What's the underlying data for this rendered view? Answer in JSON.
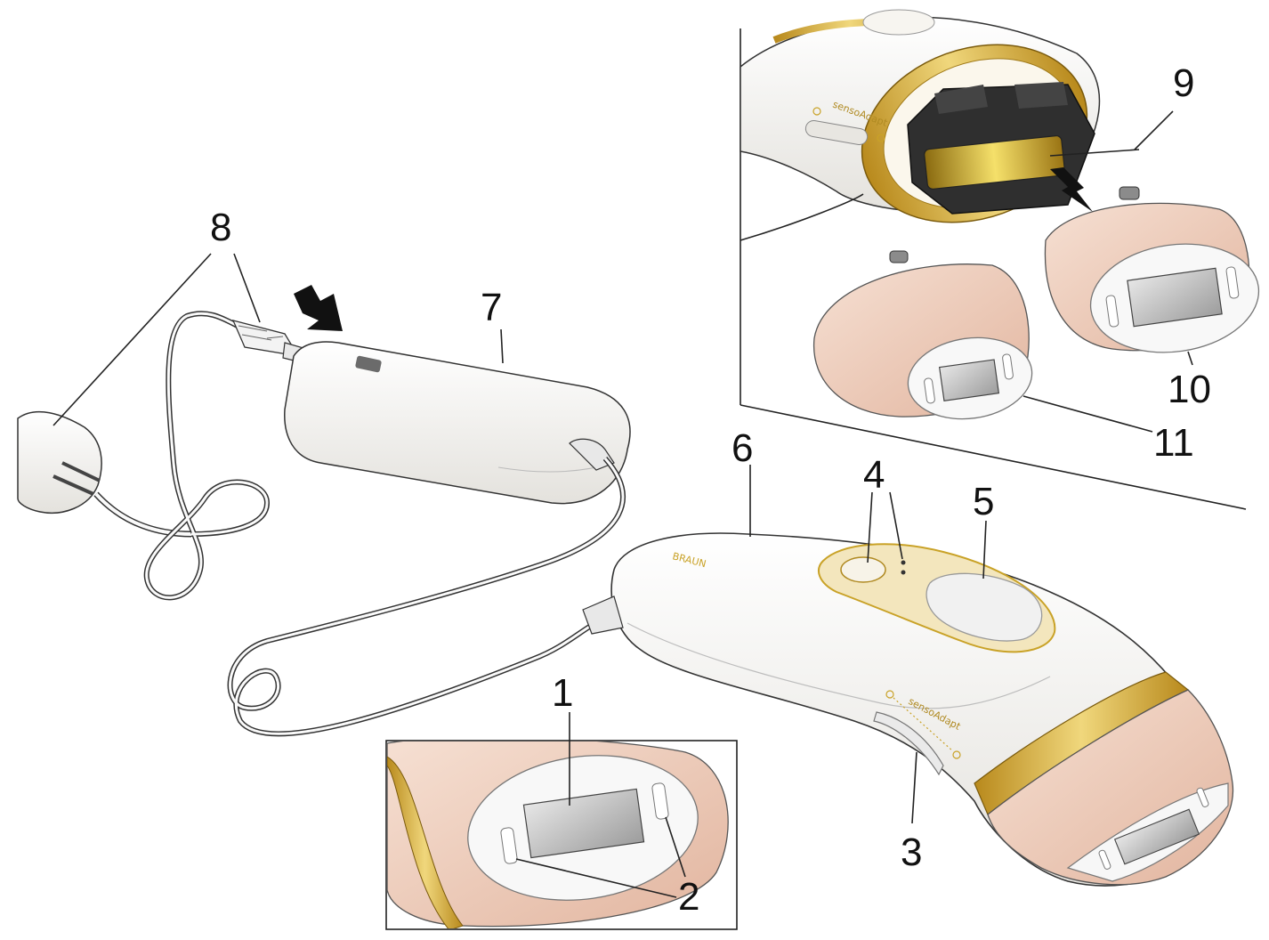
{
  "callouts": {
    "c1": "1",
    "c2": "2",
    "c3": "3",
    "c4": "4",
    "c5": "5",
    "c6": "6",
    "c7": "7",
    "c8": "8",
    "c9": "9",
    "c10": "10",
    "c11": "11"
  },
  "device_text": {
    "sensoadapt_handle": "sensoAdapt",
    "sensoadapt_head": "sensoAdapt",
    "brand_small": "BRAUN"
  },
  "colors": {
    "gold": "#c9a227",
    "gold_light": "#e9d27a",
    "peach": "#f2d5c5",
    "peach_dark": "#e3b9a3",
    "body_white": "#f7f6f3",
    "dark_lens": "#2b2b2b",
    "window": "#c9c9c9",
    "line": "#222222"
  }
}
